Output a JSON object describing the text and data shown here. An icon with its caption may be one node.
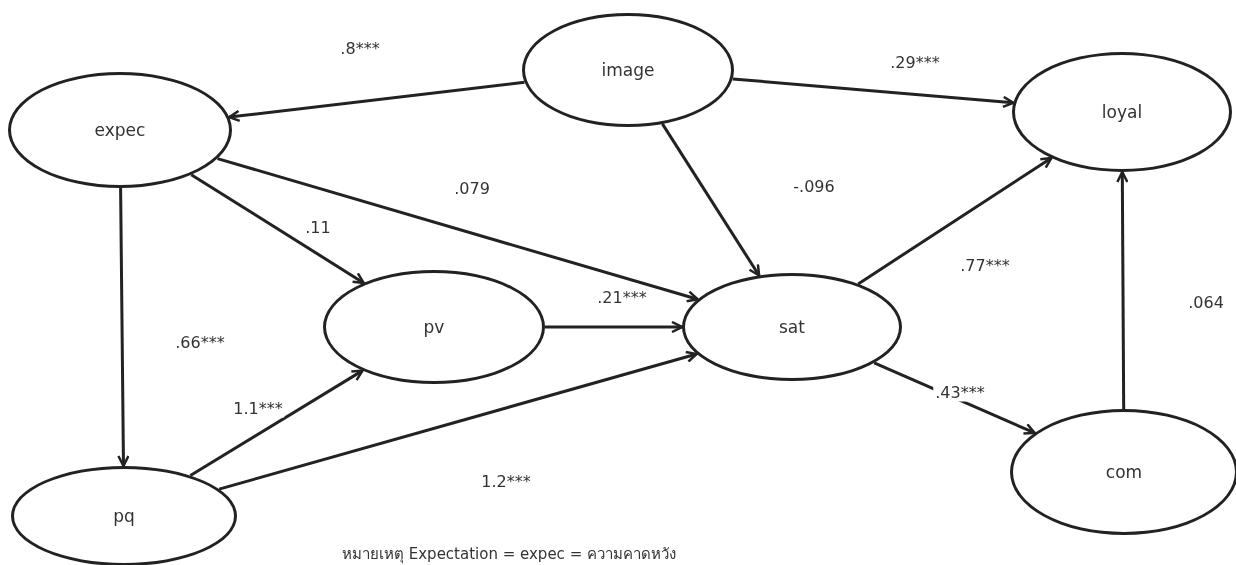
{
  "diagram": {
    "caption": "หมายเหตุ Expectation = expec = ความคาดหวัง",
    "nodes": [
      {
        "text": [
          "image"
        ]
      },
      {
        "text": [
          "expec"
        ]
      },
      {
        "text": [
          "loyal"
        ]
      },
      {
        "text": [
          "pv"
        ]
      },
      {
        "text": [
          "sat"
        ]
      },
      {
        "text": [
          "pq"
        ]
      },
      {
        "text": [
          "com"
        ]
      }
    ],
    "edges": [
      {
        "from": 0,
        "to": 1,
        "arrow": "to",
        "label": ".8***"
      },
      {
        "from": 0,
        "to": 2,
        "arrow": "to",
        "label": ".29***"
      },
      {
        "from": 0,
        "to": 4,
        "arrow": "to",
        "label": "-.096"
      },
      {
        "from": 1,
        "to": 4,
        "arrow": "to",
        "label": ".079"
      },
      {
        "from": 1,
        "to": 3,
        "arrow": "to",
        "label": ".11"
      },
      {
        "from": 1,
        "to": 5,
        "arrow": "to",
        "label": ".66***"
      },
      {
        "from": 3,
        "to": 4,
        "arrow": "to",
        "label": ".21***"
      },
      {
        "from": 5,
        "to": 3,
        "arrow": "to",
        "label": "1.1***"
      },
      {
        "from": 5,
        "to": 4,
        "arrow": "to",
        "label": "1.2***"
      },
      {
        "from": 4,
        "to": 2,
        "arrow": "to",
        "label": ".77***"
      },
      {
        "from": 4,
        "to": 6,
        "arrow": "to",
        "label": ".43***"
      },
      {
        "from": 6,
        "to": 2,
        "arrow": "to",
        "label": ".064"
      }
    ]
  }
}
